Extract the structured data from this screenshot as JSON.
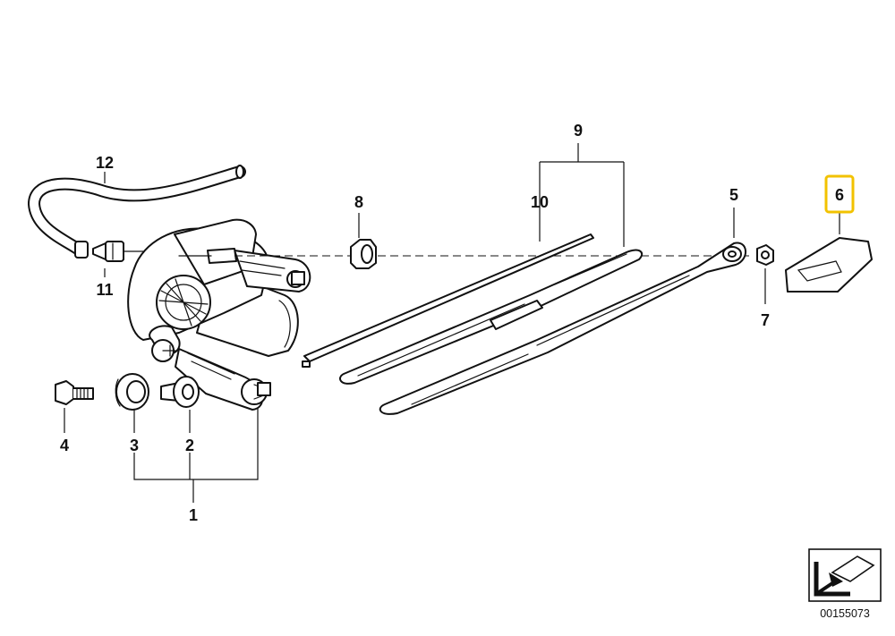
{
  "diagram": {
    "callouts": [
      {
        "id": "1",
        "label": "1"
      },
      {
        "id": "2",
        "label": "2"
      },
      {
        "id": "3",
        "label": "3"
      },
      {
        "id": "4",
        "label": "4"
      },
      {
        "id": "5",
        "label": "5"
      },
      {
        "id": "6",
        "label": "6",
        "highlighted": true
      },
      {
        "id": "7",
        "label": "7"
      },
      {
        "id": "8",
        "label": "8"
      },
      {
        "id": "9",
        "label": "9"
      },
      {
        "id": "10",
        "label": "10"
      },
      {
        "id": "11",
        "label": "11"
      },
      {
        "id": "12",
        "label": "12"
      }
    ],
    "image_number": "00155073",
    "highlight_color": "#f2c200"
  }
}
